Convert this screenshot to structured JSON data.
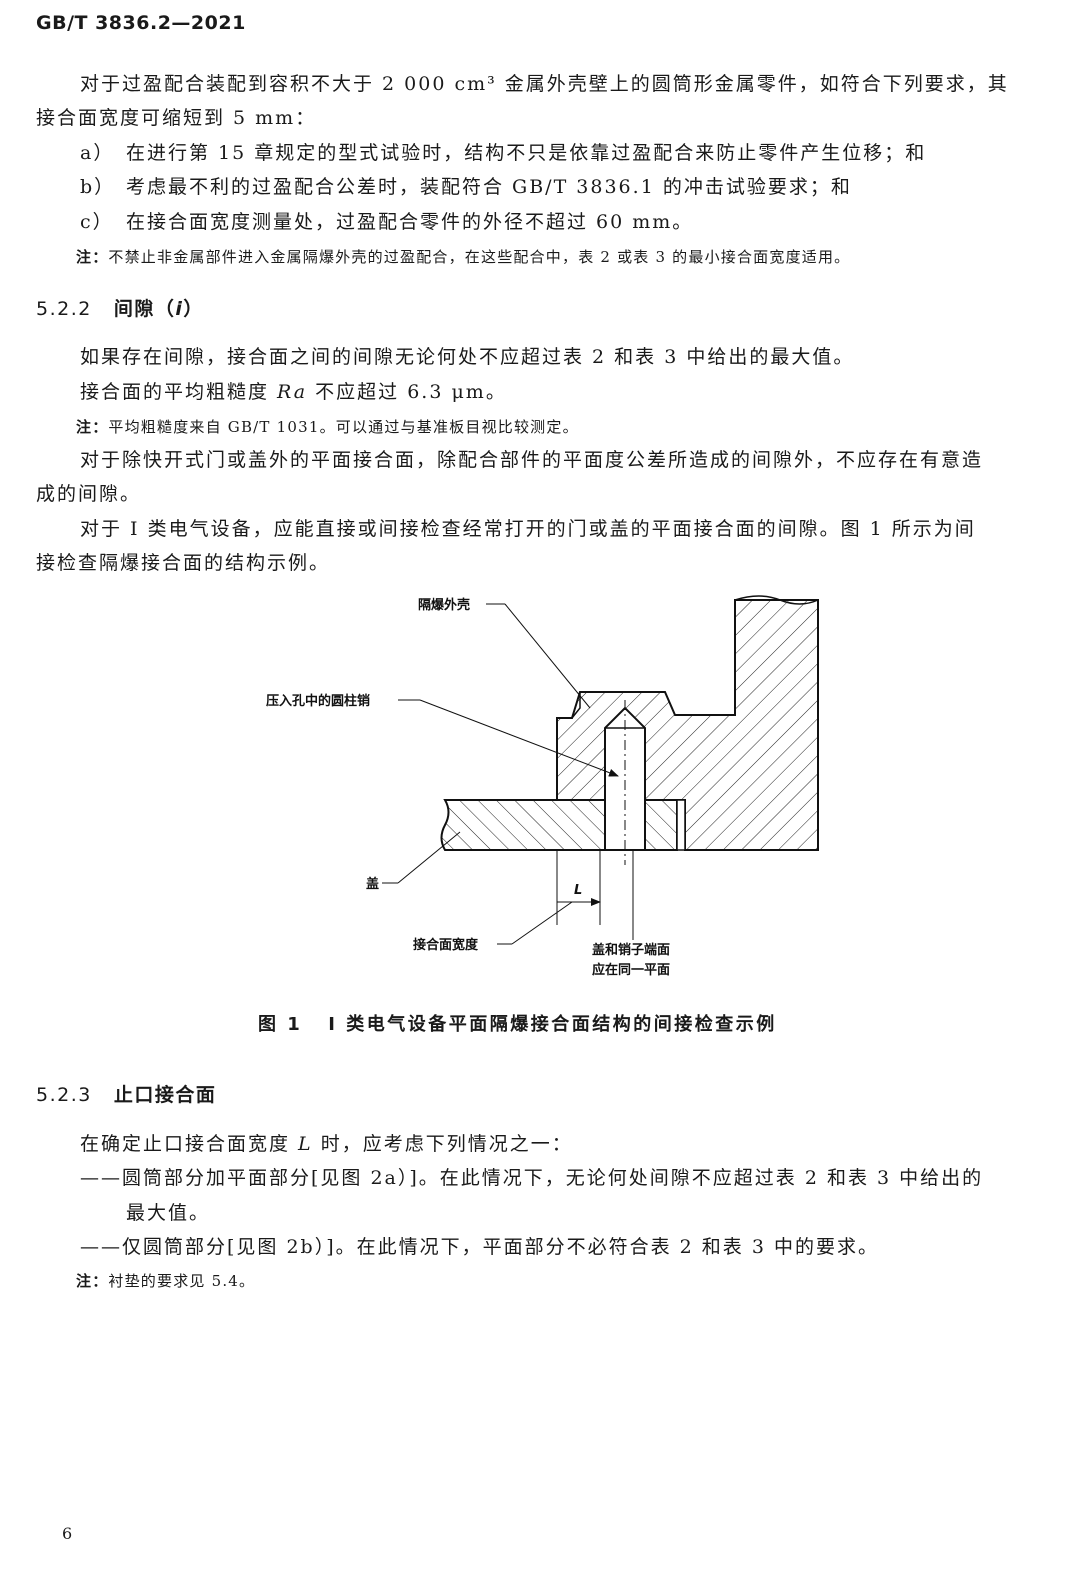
{
  "header": {
    "std_code": "GB/T 3836.2—2021"
  },
  "intro": {
    "line1": "对于过盈配合装配到容积不大于 2 000 cm³ 金属外壳壁上的圆筒形金属零件，如符合下列要求，其",
    "line2": "接合面宽度可缩短到 5 mm：",
    "items": [
      {
        "marker": "a）",
        "text": "在进行第 15 章规定的型式试验时，结构不只是依靠过盈配合来防止零件产生位移；和"
      },
      {
        "marker": "b）",
        "text": "考虑最不利的过盈配合公差时，装配符合 GB/T 3836.1 的冲击试验要求；和"
      },
      {
        "marker": "c）",
        "text": "在接合面宽度测量处，过盈配合零件的外径不超过 60 mm。"
      }
    ],
    "note_label": "注：",
    "note_text": "不禁止非金属部件进入金属隔爆外壳的过盈配合，在这些配合中，表 2 或表 3 的最小接合面宽度适用。"
  },
  "sec522": {
    "number": "5.2.2",
    "title_prefix": "间隙（",
    "title_symbol": "i",
    "title_suffix": "）",
    "p1": "如果存在间隙，接合面之间的间隙无论何处不应超过表 2 和表 3 中给出的最大值。",
    "p2_prefix": "接合面的平均粗糙度 ",
    "p2_symbol": "Ra",
    "p2_suffix": " 不应超过 6.3 μm。",
    "note_label": "注：",
    "note_text": "平均粗糙度来自 GB/T 1031。可以通过与基准板目视比较测定。",
    "p3_line1": "对于除快开式门或盖外的平面接合面，除配合部件的平面度公差所造成的间隙外，不应存在有意造",
    "p3_line2": "成的间隙。",
    "p4_line1": "对于 Ⅰ 类电气设备，应能直接或间接检查经常打开的门或盖的平面接合面的间隙。图 1 所示为间",
    "p4_line2": "接检查隔爆接合面的结构示例。"
  },
  "figure1": {
    "label_enclosure": "隔爆外壳",
    "label_pin": "压入孔中的圆柱销",
    "label_cover": "盖",
    "label_L": "L",
    "label_width": "接合面宽度",
    "label_flush_line1": "盖和销子端面",
    "label_flush_line2": "应在同一平面",
    "caption_no": "图 1",
    "caption_text": "Ⅰ 类电气设备平面隔爆接合面结构的间接检查示例"
  },
  "sec523": {
    "number": "5.2.3",
    "title": "止口接合面",
    "p1_prefix": "在确定止口接合面宽度 ",
    "p1_symbol": "L",
    "p1_suffix": " 时，应考虑下列情况之一：",
    "d1_line1": "——圆筒部分加平面部分[见图 2a）]。在此情况下，无论何处间隙不应超过表 2 和表 3 中给出的",
    "d1_line2": "最大值。",
    "d2": "——仅圆筒部分[见图 2b）]。在此情况下，平面部分不必符合表 2 和表 3 中的要求。",
    "note_label": "注：",
    "note_text": "衬垫的要求见 5.4。"
  },
  "footer": {
    "page_number": "6"
  }
}
